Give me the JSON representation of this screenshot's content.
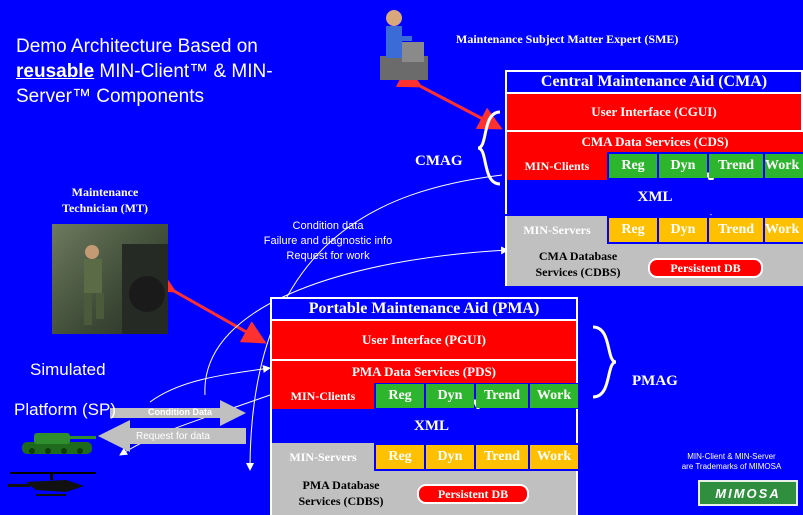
{
  "title": {
    "line1": "Demo Architecture Based on",
    "reusable": "reusable",
    "line2_rest": " MIN-Client™ & MIN-",
    "line3": "Server™ Components"
  },
  "sme_label": "Maintenance Subject Matter Expert (SME)",
  "mt_label": {
    "line1": "Maintenance",
    "line2": "Technician (MT)"
  },
  "cmag_label": "CMAG",
  "pmag_label": "PMAG",
  "simulated_label": "Simulated",
  "platform_label": "Platform (SP)",
  "flow_text": {
    "line1": "Condition data",
    "line2": "Failure and diagnostic info",
    "line3": "Request for work"
  },
  "sp_arrows": {
    "condition": "Condition Data",
    "request": "Request for data"
  },
  "cma": {
    "title": "Central Maintenance Aid (CMA)",
    "ui": "User Interface (CGUI)",
    "ds": "CMA Data Services (CDS)",
    "clients": "MIN-Clients",
    "xml": "XML",
    "servers": "MIN-Servers",
    "dbs": {
      "line1": "CMA Database",
      "line2": "Services (CDBS)"
    },
    "db": "Persistent DB"
  },
  "pma": {
    "title": "Portable Maintenance Aid (PMA)",
    "ui": "User Interface (PGUI)",
    "ds": "PMA Data Services (PDS)",
    "clients": "MIN-Clients",
    "xml": "XML",
    "servers": "MIN-Servers",
    "dbs": {
      "line1": "PMA Database",
      "line2": "Services (CDBS)"
    },
    "db": "Persistent DB"
  },
  "components": [
    "Reg",
    "Dyn",
    "Trend",
    "Work"
  ],
  "trademark": {
    "line1": "MIN-Client & MIN-Server",
    "line2": "are Trademarks of MIMOSA"
  },
  "logo": "MIMOSA",
  "colors": {
    "background": "#0000ff",
    "red": "#ff0000",
    "green": "#2db52d",
    "yellow": "#ffc000",
    "gray": "#c0c0c0"
  }
}
